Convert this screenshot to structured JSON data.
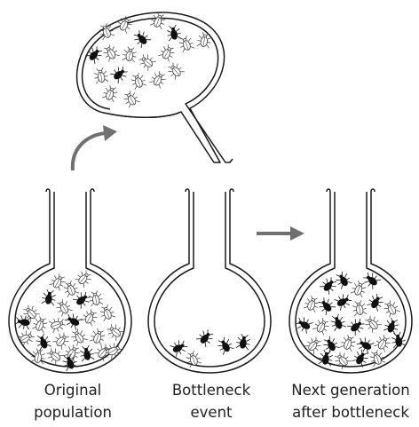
{
  "captions": [
    {
      "id": "original",
      "lines": [
        "Original",
        "population"
      ]
    },
    {
      "id": "bottleneck",
      "lines": [
        "Bottleneck",
        "event"
      ]
    },
    {
      "id": "next",
      "lines": [
        "Next generation",
        "after bottleneck"
      ]
    }
  ],
  "colors": {
    "outline": "#1a1a1a",
    "arrow": "#707070",
    "dark_beetle": "#111111",
    "light_beetle": "#ffffff"
  },
  "flask_contents": {
    "original": {
      "dark": 7,
      "light": 20
    },
    "bottleneck": {
      "dark": 4,
      "light": 1
    },
    "next_generation": {
      "dark": 15,
      "light": 11
    },
    "tipped_flask": {
      "dark": 4,
      "light": 15
    }
  },
  "icons": [
    "beetle-icon",
    "curved-arrow-icon",
    "right-arrow-icon"
  ]
}
